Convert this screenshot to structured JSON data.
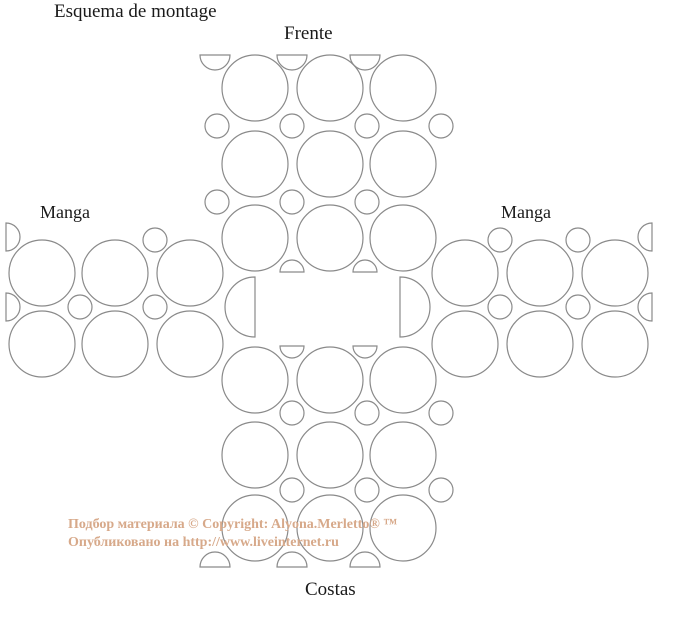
{
  "labels": {
    "title": "Esquema de montage",
    "front": "Frente",
    "sleeve_left": "Manga",
    "sleeve_right": "Manga",
    "back": "Costas"
  },
  "watermark": {
    "line1": "Подбор материала © Copyright:  Alyona.Merletto® ™",
    "line2": "Опубликовано на http://www.liveinternet.ru"
  },
  "colors": {
    "stroke": "#8a8a8a",
    "text": "#1a1a1a",
    "watermark": "#d7a98a"
  }
}
